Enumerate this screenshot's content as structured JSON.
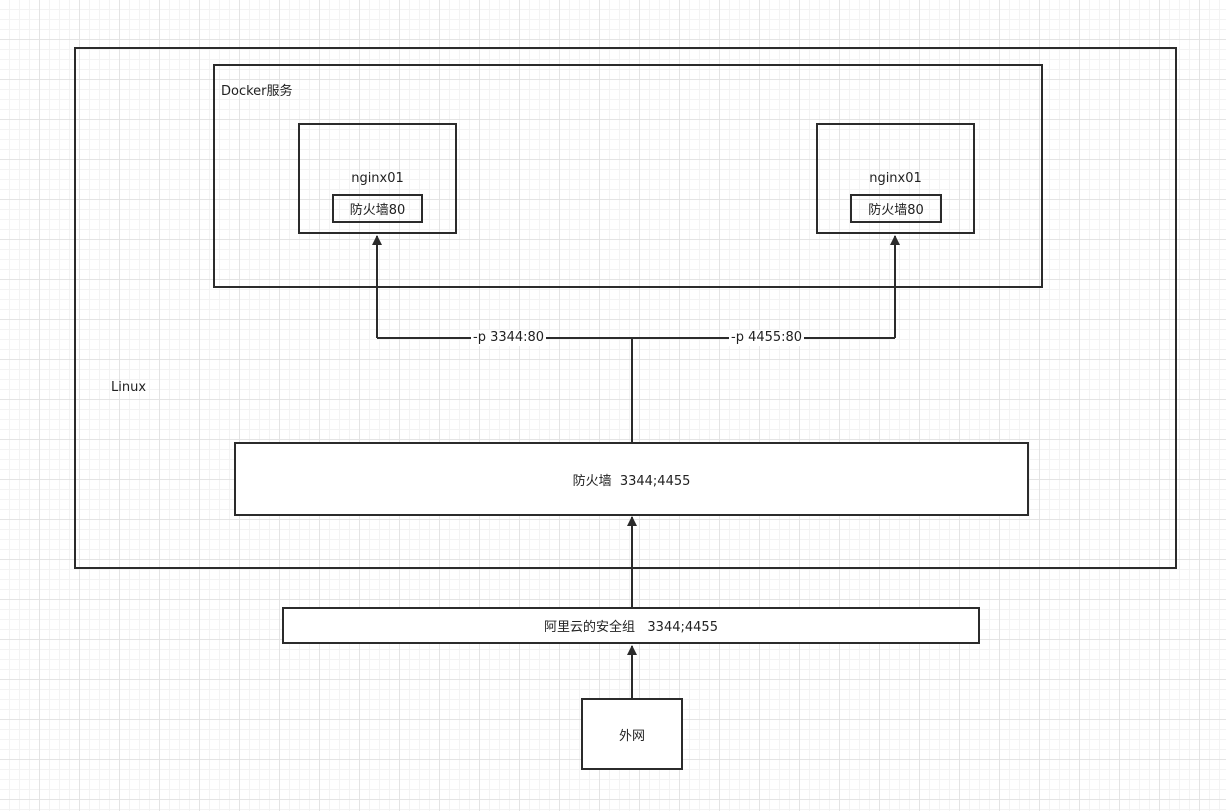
{
  "diagram": {
    "linux": {
      "label": "Linux"
    },
    "docker": {
      "label": "Docker服务"
    },
    "containers": [
      {
        "name": "nginx01",
        "firewall": "防火墙80"
      },
      {
        "name": "nginx01",
        "firewall": "防火墙80"
      }
    ],
    "port_mappings": [
      "-p 3344:80",
      "-p 4455:80"
    ],
    "linux_firewall": {
      "label": "防火墙  3344;4455"
    },
    "aliyun_security_group": {
      "label": "阿里云的安全组   3344;4455"
    },
    "internet": {
      "label": "外网"
    }
  },
  "colors": {
    "line": "#2b2b2b",
    "grid": "#e4e4e4",
    "background": "#ffffff"
  }
}
